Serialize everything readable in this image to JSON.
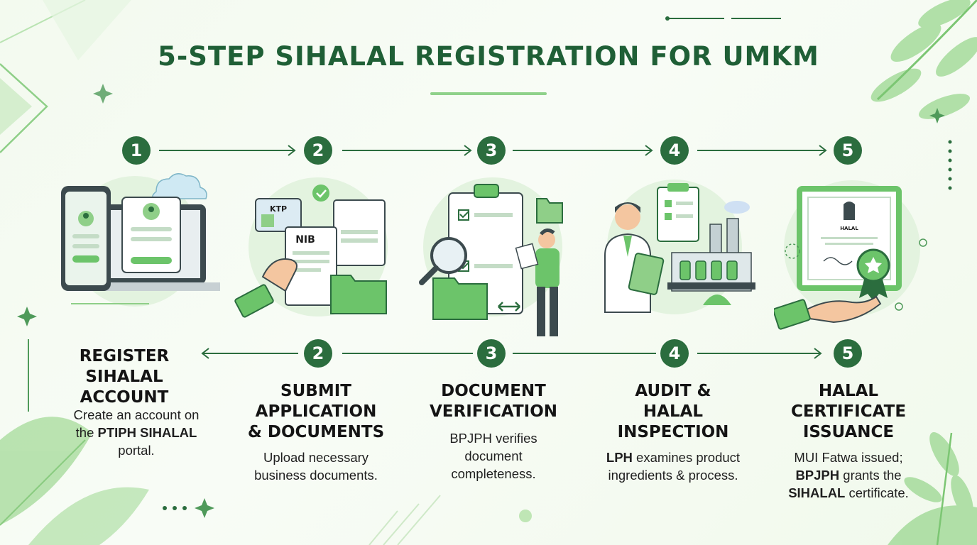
{
  "title": "5-STEP SIHALAL REGISTRATION FOR UMKM",
  "colors": {
    "dark_green": "#2b6d3e",
    "title_green": "#1f5f36",
    "accent_green": "#6cc46a",
    "light_green": "#e3f3df"
  },
  "steps_top": [
    {
      "number": "1"
    },
    {
      "number": "2"
    },
    {
      "number": "3"
    },
    {
      "number": "4"
    },
    {
      "number": "5"
    }
  ],
  "steps_bottom": [
    {
      "number": "2"
    },
    {
      "number": "3"
    },
    {
      "number": "4"
    },
    {
      "number": "5"
    }
  ],
  "illustrations": {
    "step1": {
      "name": "laptop-phone-registration",
      "icons": [
        "laptop-icon",
        "phone-icon",
        "user-profile-icon",
        "cloud-icon"
      ]
    },
    "step2": {
      "name": "documents-upload",
      "card_ktp": "KTP",
      "card_nib": "NIB",
      "icons": [
        "id-card-icon",
        "document-icon",
        "folder-icon",
        "hand-icon",
        "check-badge-icon"
      ]
    },
    "step3": {
      "name": "document-verification",
      "icons": [
        "clipboard-checklist-icon",
        "magnifier-icon",
        "folder-icon",
        "person-reviewing-icon"
      ]
    },
    "step4": {
      "name": "audit-inspection",
      "icons": [
        "inspector-icon",
        "factory-icon",
        "clipboard-icon",
        "bottles-icon"
      ]
    },
    "step5": {
      "name": "certificate-issuance",
      "certificate_text": "HALAL",
      "icons": [
        "certificate-icon",
        "seal-ribbon-icon",
        "hand-icon"
      ]
    }
  },
  "cards": [
    {
      "title_lines": [
        "REGISTER",
        "SIHALAL",
        "ACCOUNT"
      ],
      "desc_parts": [
        {
          "t": "Create an account on ",
          "b": false
        },
        {
          "t": "the ",
          "b": false
        },
        {
          "t": "PTIPH SIHALAL",
          "b": true
        },
        {
          "t": " portal.",
          "b": false
        }
      ],
      "desc_lines": [
        [
          {
            "t": "Create an account on",
            "b": false
          }
        ],
        [
          {
            "t": "the ",
            "b": false
          },
          {
            "t": "PTIPH SIHALAL",
            "b": true
          }
        ],
        [
          {
            "t": "portal.",
            "b": false
          }
        ]
      ]
    },
    {
      "title_lines": [
        "SUBMIT",
        "APPLICATION",
        "& DOCUMENTS"
      ],
      "desc_lines": [
        [
          {
            "t": "Upload necessary",
            "b": false
          }
        ],
        [
          {
            "t": "business documents.",
            "b": false
          }
        ]
      ]
    },
    {
      "title_lines": [
        "DOCUMENT",
        "VERIFICATION"
      ],
      "desc_lines": [
        [
          {
            "t": "BPJPH verifies",
            "b": false
          }
        ],
        [
          {
            "t": "document",
            "b": false
          }
        ],
        [
          {
            "t": "completeness.",
            "b": false
          }
        ]
      ]
    },
    {
      "title_lines": [
        "AUDIT &",
        "HALAL",
        "INSPECTION"
      ],
      "desc_lines": [
        [
          {
            "t": "LPH",
            "b": true
          },
          {
            "t": " examines product",
            "b": false
          }
        ],
        [
          {
            "t": "ingredients & process.",
            "b": false
          }
        ]
      ]
    },
    {
      "title_lines": [
        "HALAL",
        "CERTIFICATE",
        "ISSUANCE"
      ],
      "desc_lines": [
        [
          {
            "t": "MUI Fatwa issued;",
            "b": false
          }
        ],
        [
          {
            "t": "BPJPH",
            "b": true
          },
          {
            "t": " grants the",
            "b": false
          }
        ],
        [
          {
            "t": "SIHALAL",
            "b": true
          },
          {
            "t": " certificate.",
            "b": false
          }
        ]
      ]
    }
  ]
}
